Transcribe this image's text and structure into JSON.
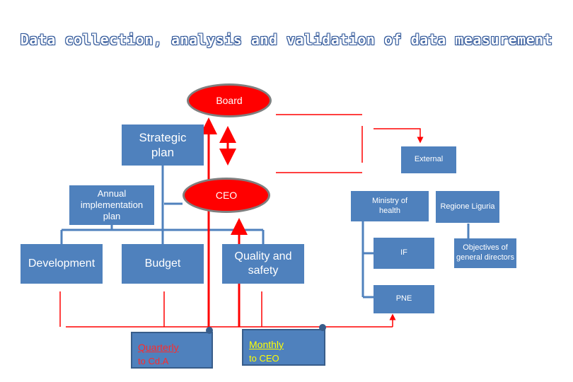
{
  "title": "Data collection, analysis and validation of data measurement",
  "nodes": {
    "board": "Board",
    "strategic_plan_line1": "Strategic",
    "strategic_plan_line2": "plan",
    "external": "External",
    "annual_plan_line1": "Annual",
    "annual_plan_line2": "implementation",
    "annual_plan_line3": "plan",
    "ceo": "CEO",
    "ministry_line1": "Ministry of",
    "ministry_line2": "health",
    "regione": "Regione Liguria",
    "development": "Development",
    "budget": "Budget",
    "quality_line1": "Quality and",
    "quality_line2": "safety",
    "if": "IF",
    "objectives_line1": "Objectives of",
    "objectives_line2": "general directors",
    "pne": "PNE"
  },
  "scrolls": {
    "quarterly_line1": "Quarterly",
    "quarterly_line2": "to Cd.A",
    "monthly_line1": "Monthly",
    "monthly_line2": "to CEO"
  },
  "colors": {
    "box": "#4f81bd",
    "connector": "#4f81bd",
    "red": "#ff0000",
    "ellipse_border": "#7f7f7f"
  }
}
